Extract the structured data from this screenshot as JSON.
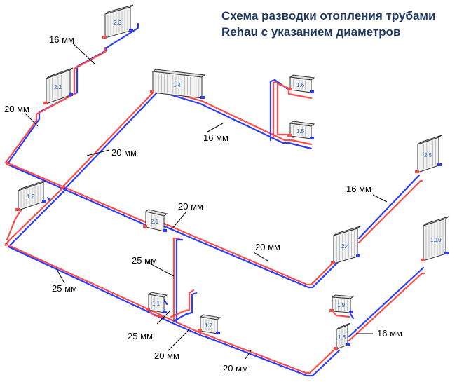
{
  "title": {
    "line1": "Схема разводки отопления трубами",
    "line2": "Rehau с указанием диаметров"
  },
  "dimensions": [
    {
      "id": "d16-top",
      "text": "16 мм"
    },
    {
      "id": "d20-left",
      "text": "20 мм"
    },
    {
      "id": "d20-center",
      "text": "20 мм"
    },
    {
      "id": "d16-mid",
      "text": "16 мм"
    },
    {
      "id": "d16-right",
      "text": "16 мм"
    },
    {
      "id": "d20-mid",
      "text": "20 мм"
    },
    {
      "id": "d20-lower",
      "text": "20 мм"
    },
    {
      "id": "d25-riser",
      "text": "25 мм"
    },
    {
      "id": "d25-left",
      "text": "25 мм"
    },
    {
      "id": "d25-bottom",
      "text": "25 мм"
    },
    {
      "id": "d20-bottom1",
      "text": "20 мм"
    },
    {
      "id": "d20-bottom2",
      "text": "20 мм"
    },
    {
      "id": "d16-bottomright",
      "text": "16 мм"
    }
  ],
  "radiators": [
    {
      "id": "r23",
      "label": "2.3"
    },
    {
      "id": "r22",
      "label": "2.2"
    },
    {
      "id": "r14",
      "label": "1.4"
    },
    {
      "id": "r16",
      "label": "1.6"
    },
    {
      "id": "r15",
      "label": "1.5"
    },
    {
      "id": "r12",
      "label": "1.2"
    },
    {
      "id": "r21",
      "label": "2.1"
    },
    {
      "id": "r25",
      "label": "2.5"
    },
    {
      "id": "r24",
      "label": "2.4"
    },
    {
      "id": "r110",
      "label": "1.10"
    },
    {
      "id": "r11",
      "label": "1.1"
    },
    {
      "id": "r17",
      "label": "1.7"
    },
    {
      "id": "r19",
      "label": "1.9"
    },
    {
      "id": "r18",
      "label": "1.8"
    }
  ],
  "colors": {
    "supply": "#ff4b4b",
    "return": "#2b3cff",
    "title": "#1f3763"
  }
}
